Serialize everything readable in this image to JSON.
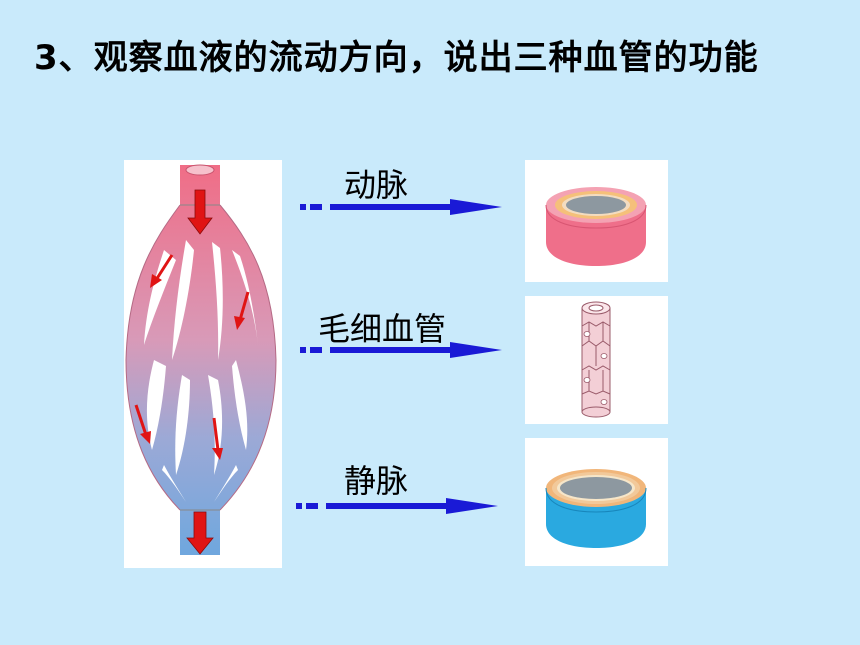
{
  "slide": {
    "title": "3、观察血液的流动方向，说出三种血管的功能"
  },
  "vessels": [
    {
      "label": "动脉",
      "tube_color": "#ef6f8a",
      "inner_color": "#f5c07a"
    },
    {
      "label": "毛细血管",
      "tube_color": "#f3cfd6",
      "inner_color": "#e9b8c4"
    },
    {
      "label": "静脉",
      "tube_color": "#2aa9e0",
      "inner_color": "#f1b67a"
    }
  ],
  "colors": {
    "background": "#c9eafb",
    "arrow": "#1a1ad6",
    "flow_arrow": "#e01414",
    "artery_end": "#ef6f8a",
    "vein_end": "#6fa7de"
  }
}
